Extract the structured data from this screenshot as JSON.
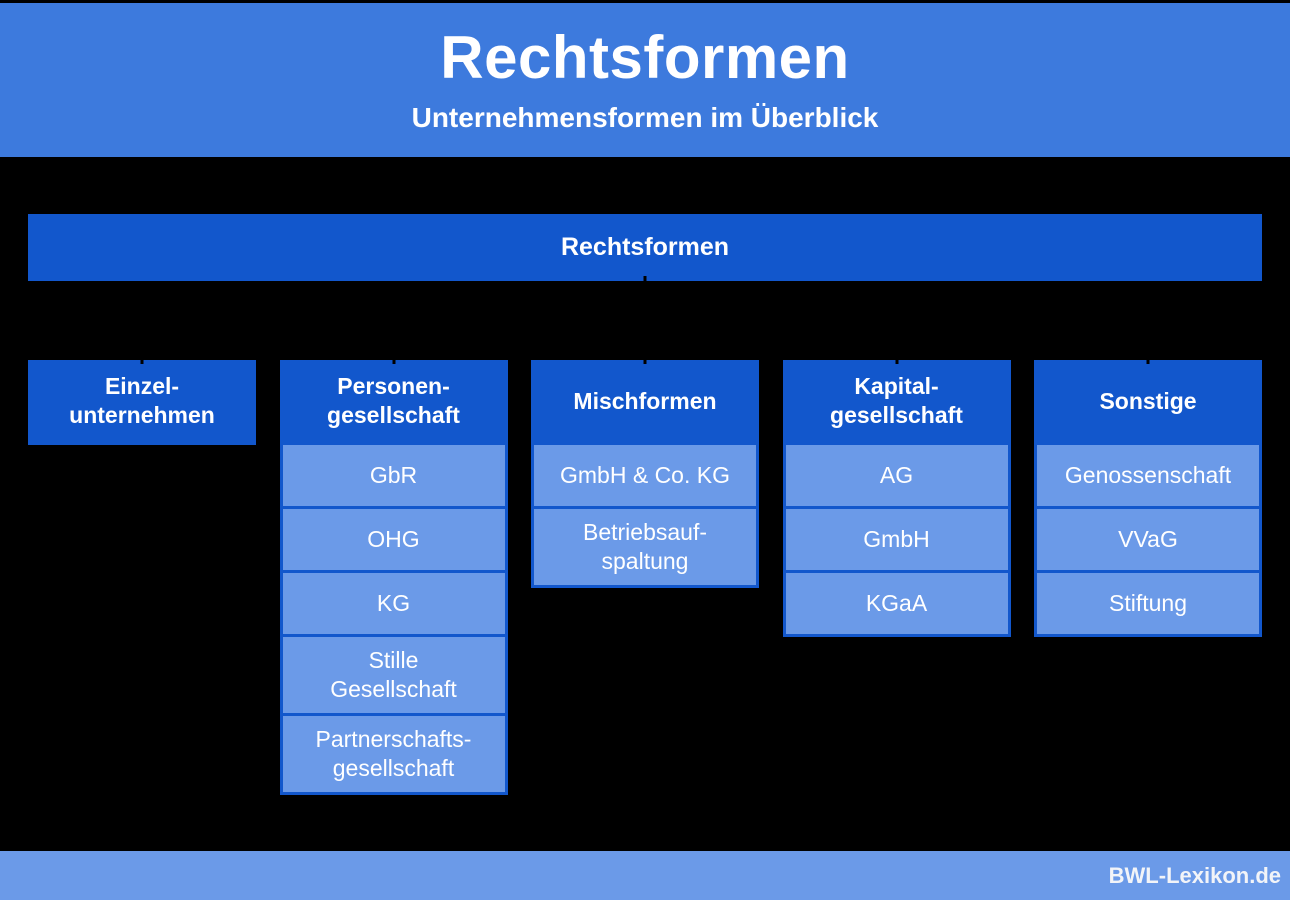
{
  "banner": {
    "title": "Rechtsformen",
    "subtitle": "Unternehmensformen im Überblick"
  },
  "root": {
    "label": "Rechtsformen"
  },
  "columns": [
    {
      "header": "Einzel-\nunternehmen",
      "items": []
    },
    {
      "header": "Personen-\ngesellschaft",
      "items": [
        "GbR",
        "OHG",
        "KG",
        "Stille\nGesellschaft",
        "Partnerschafts-\ngesellschaft"
      ]
    },
    {
      "header": "Mischformen",
      "items": [
        "GmbH & Co. KG",
        "Betriebsauf-\nspaltung"
      ]
    },
    {
      "header": "Kapital-\ngesellschaft",
      "items": [
        "AG",
        "GmbH",
        "KGaA"
      ]
    },
    {
      "header": "Sonstige",
      "items": [
        "Genossenschaft",
        "VVaG",
        "Stiftung"
      ]
    }
  ],
  "footer": {
    "brand": "BWL-Lexikon.de"
  },
  "colors": {
    "background": "#000000",
    "banner": "#3d7add",
    "node_dark": "#1257cc",
    "node_light": "#6b9ae8",
    "footer_bar": "#6b9ae8",
    "text": "#ffffff"
  }
}
